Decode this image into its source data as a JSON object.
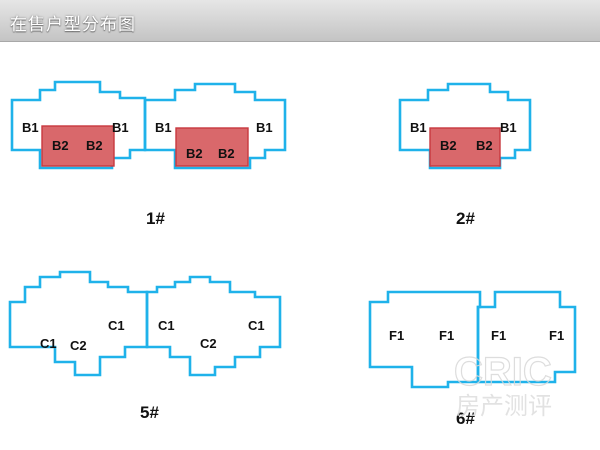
{
  "header": {
    "title": "在售户型分布图"
  },
  "buildings": [
    {
      "id": "b1",
      "label": "1#"
    },
    {
      "id": "b2",
      "label": "2#"
    },
    {
      "id": "b5",
      "label": "5#"
    },
    {
      "id": "b6",
      "label": "6#"
    }
  ],
  "units": {
    "b1": [
      "B1",
      "B2",
      "B2",
      "B1",
      "B1",
      "B2",
      "B2",
      "B1"
    ],
    "b2": [
      "B1",
      "B2",
      "B2",
      "B1"
    ],
    "b5": [
      "C1",
      "C2",
      "C1",
      "C1",
      "C2",
      "C1"
    ],
    "b6": [
      "F1",
      "F1",
      "F1",
      "F1"
    ]
  },
  "watermark": {
    "logo": "CRIC",
    "subtitle": "房产测评"
  },
  "colors": {
    "outline": "#1fb2ea",
    "on_sale": "#d9686b",
    "header": "#c4c4c4"
  }
}
